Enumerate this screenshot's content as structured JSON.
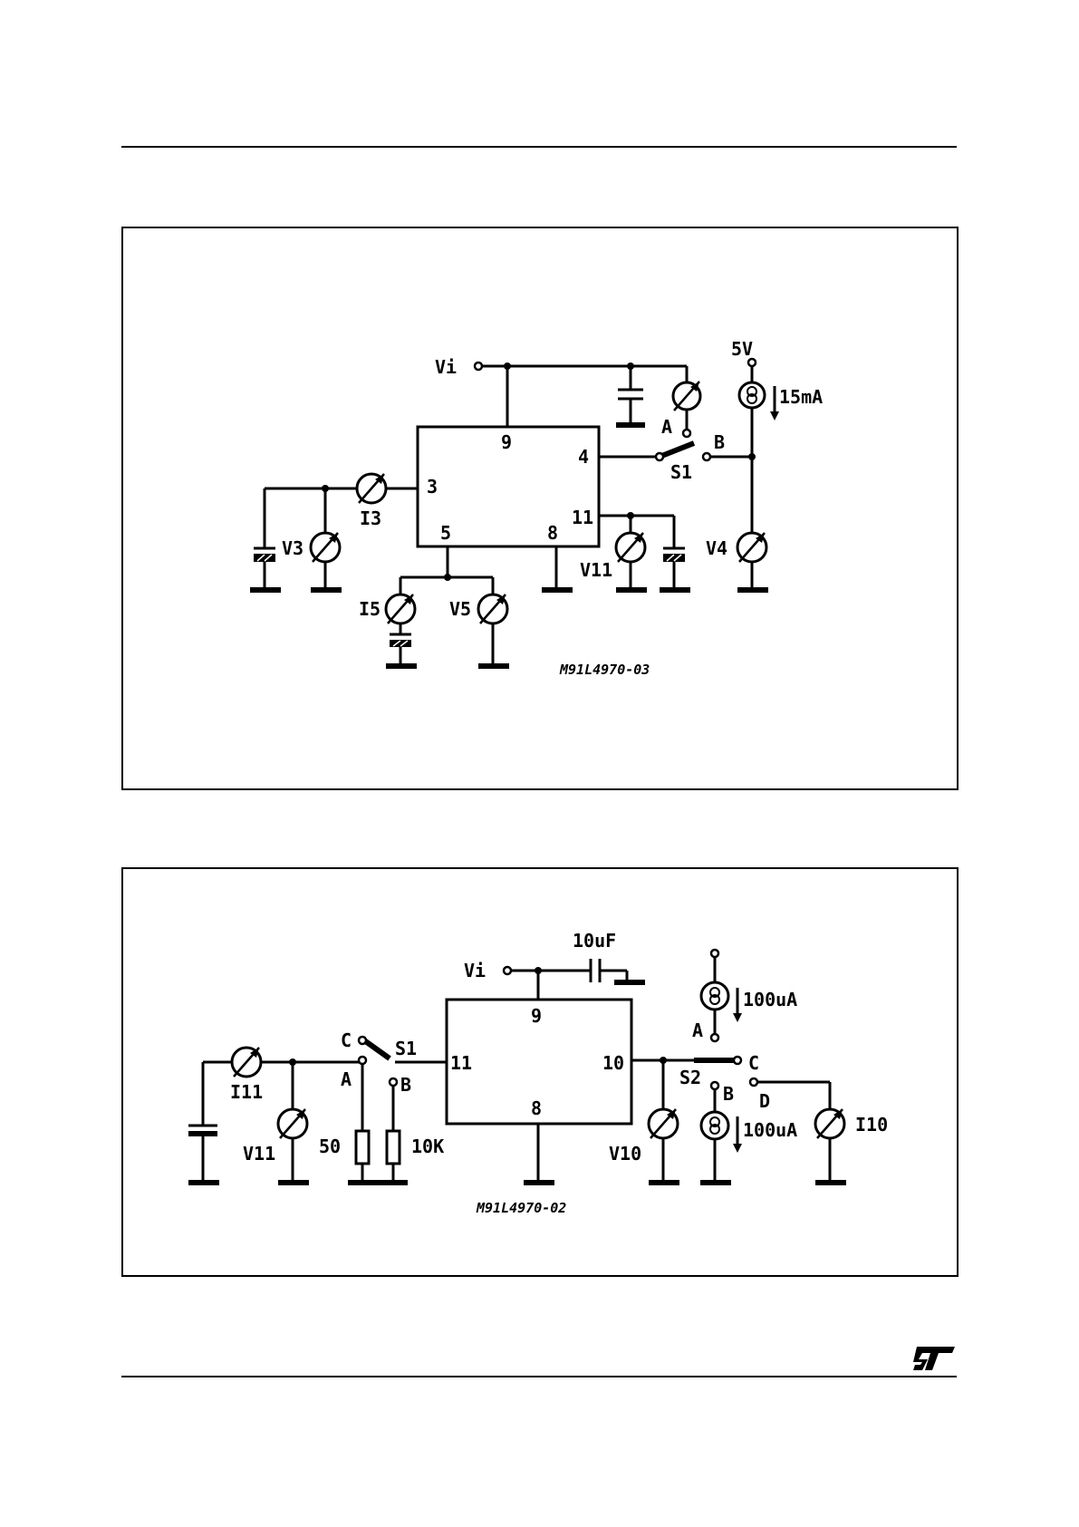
{
  "page": {
    "background": "#ffffff",
    "ink": "#000000"
  },
  "diagram1": {
    "pins": {
      "p9": "9",
      "p4": "4",
      "p3": "3",
      "p11": "11",
      "p5": "5",
      "p8": "8"
    },
    "labels": {
      "vi": "Vi",
      "v5": "5V",
      "current": "15mA",
      "a": "A",
      "b": "B",
      "s1": "S1",
      "i3": "I3",
      "v3": "V3",
      "v11": "V11",
      "v4": "V4",
      "i5": "I5",
      "v5meter": "V5"
    },
    "code": "M91L4970-03"
  },
  "diagram2": {
    "pins": {
      "p9": "9",
      "p11": "11",
      "p10": "10",
      "p8": "8"
    },
    "labels": {
      "cap": "10uF",
      "vi": "Vi",
      "c": "C",
      "s1": "S1",
      "a": "A",
      "b": "B",
      "i11": "I11",
      "v11": "V11",
      "r50": "50",
      "r10k": "10K",
      "cur1": "100uA",
      "a2": "A",
      "c2": "C",
      "s2": "S2",
      "b2": "B",
      "d": "D",
      "cur2": "100uA",
      "v10": "V10",
      "i10": "I10"
    },
    "code": "M91L4970-02"
  },
  "footer": {
    "logo": "st-logo"
  }
}
